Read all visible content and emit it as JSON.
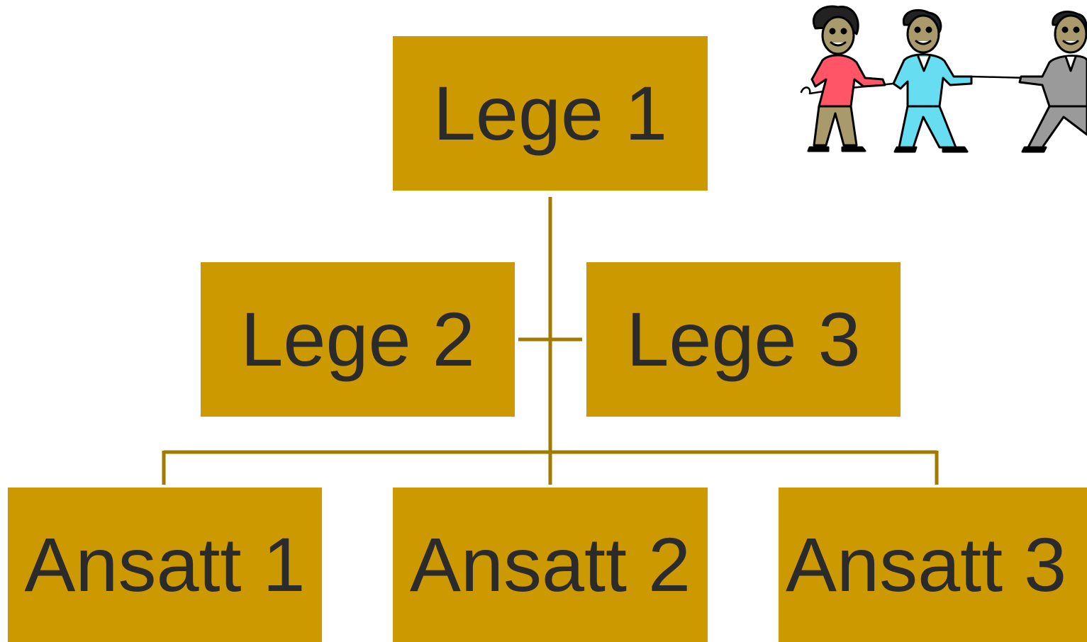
{
  "org_chart": {
    "top": {
      "label": "Lege 1"
    },
    "assistants": [
      {
        "label": "Lege 2"
      },
      {
        "label": "Lege 3"
      }
    ],
    "subordinates": [
      {
        "label": "Ansatt 1"
      },
      {
        "label": "Ansatt 2"
      },
      {
        "label": "Ansatt 3"
      }
    ]
  },
  "colors": {
    "box_fill": "#cc9900",
    "connector": "#a37a00",
    "text": "#2b2b2b"
  },
  "clipart": {
    "icon": "tug-of-war-people-icon"
  }
}
